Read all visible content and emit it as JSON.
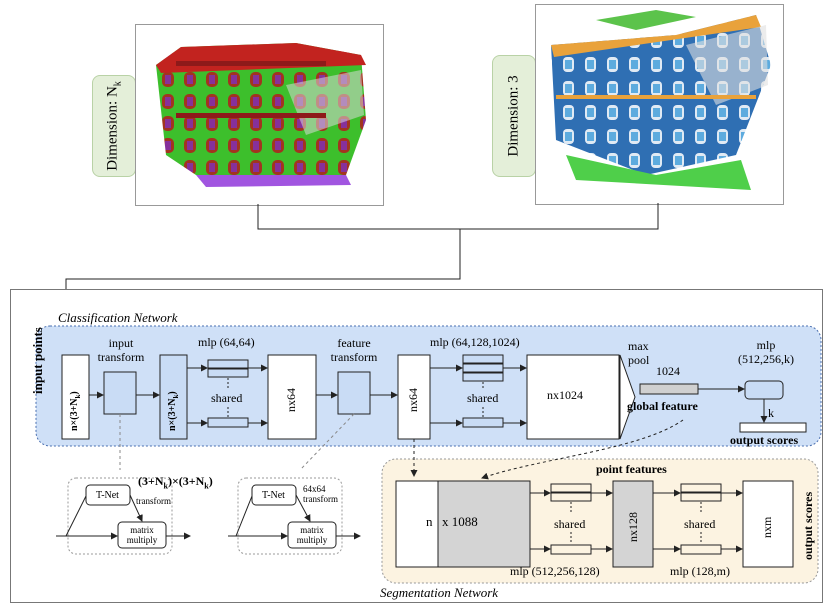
{
  "top": {
    "left_dimension_label": "Dimension: N",
    "left_dimension_sub": "k",
    "right_dimension_label": "Dimension: 3"
  },
  "classification": {
    "title": "Classification Network",
    "input_points_label": "input points",
    "input_box_label": "n×(3+N",
    "input_box_sub": "k",
    "input_box_close": ")",
    "input_transform_label_1": "input",
    "input_transform_label_2": "transform",
    "mlp1_label": "mlp (64,64)",
    "shared_label_1": "shared",
    "nx64_a": "nx64",
    "feature_transform_label_1": "feature",
    "feature_transform_label_2": "transform",
    "nx64_b": "nx64",
    "mlp2_label": "mlp (64,128,1024)",
    "shared_label_2": "shared",
    "nx1024": "nx1024",
    "max_label": "max",
    "pool_label": "pool",
    "global_size": "1024",
    "global_feature_label": "global feature",
    "mlp3_label_1": "mlp",
    "mlp3_label_2": "(512,256,k)",
    "k_label": "k",
    "output_scores_label": "output scores"
  },
  "tnet_left": {
    "matrix_label": "(3+N",
    "matrix_sub": "k",
    "matrix_mid": ")×(3+N",
    "matrix_sub2": "k",
    "matrix_close": ")",
    "tnet_label": "T-Net",
    "transform_label": "transform",
    "multiply_label_1": "matrix",
    "multiply_label_2": "multiply"
  },
  "tnet_right": {
    "matrix_label_1": "64x64",
    "matrix_label_2": "transform",
    "tnet_label": "T-Net",
    "multiply_label_1": "matrix",
    "multiply_label_2": "multiply"
  },
  "segmentation": {
    "title": "Segmentation Network",
    "point_features_label": "point features",
    "n_label": "n",
    "x1088_label": "x 1088",
    "shared_label_1": "shared",
    "nx128": "nx128",
    "shared_label_2": "shared",
    "nxm": "nxm",
    "mlp1_label": "mlp (512,256,128)",
    "mlp2_label": "mlp (128,m)",
    "output_scores_label": "output scores"
  },
  "colors": {
    "cls_bg": "#cfe0f7",
    "seg_bg": "#fcf3e1",
    "box_blue": "#c9dcf5",
    "box_gray": "#d4d4d4",
    "dim_green": "#e4efd9"
  }
}
